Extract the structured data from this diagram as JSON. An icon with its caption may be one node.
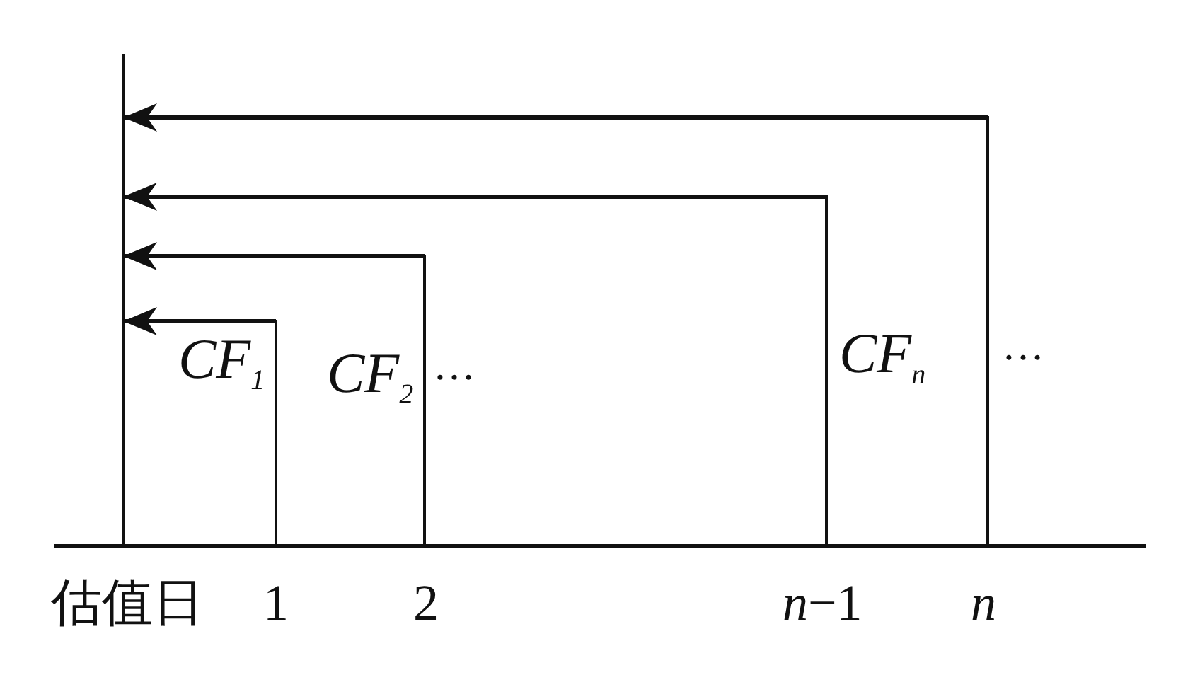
{
  "diagram": {
    "nodes": [
      {
        "text": [],
        "shape": "bar",
        "beside": [
          "估值日"
        ]
      },
      {
        "text": [
          "CF$_{1}$"
        ],
        "beside": [
          "1"
        ]
      },
      {
        "text": [
          "CF$_{2}$"
        ],
        "beside": [
          "2"
        ]
      },
      {
        "text": [
          "CF$_{n}$"
        ],
        "beside": [
          "*n*−1"
        ]
      },
      {
        "text": [],
        "shape": "bar",
        "beside": [
          "n"
        ]
      }
    ],
    "edges": [
      {
        "from": 1,
        "to": 0,
        "arrow": "to"
      },
      {
        "from": 2,
        "to": 0,
        "arrow": "to"
      },
      {
        "from": 3,
        "to": 0,
        "arrow": "to"
      },
      {
        "from": 4,
        "to": 0,
        "arrow": "to"
      }
    ],
    "labels": [
      "…",
      "…"
    ]
  }
}
